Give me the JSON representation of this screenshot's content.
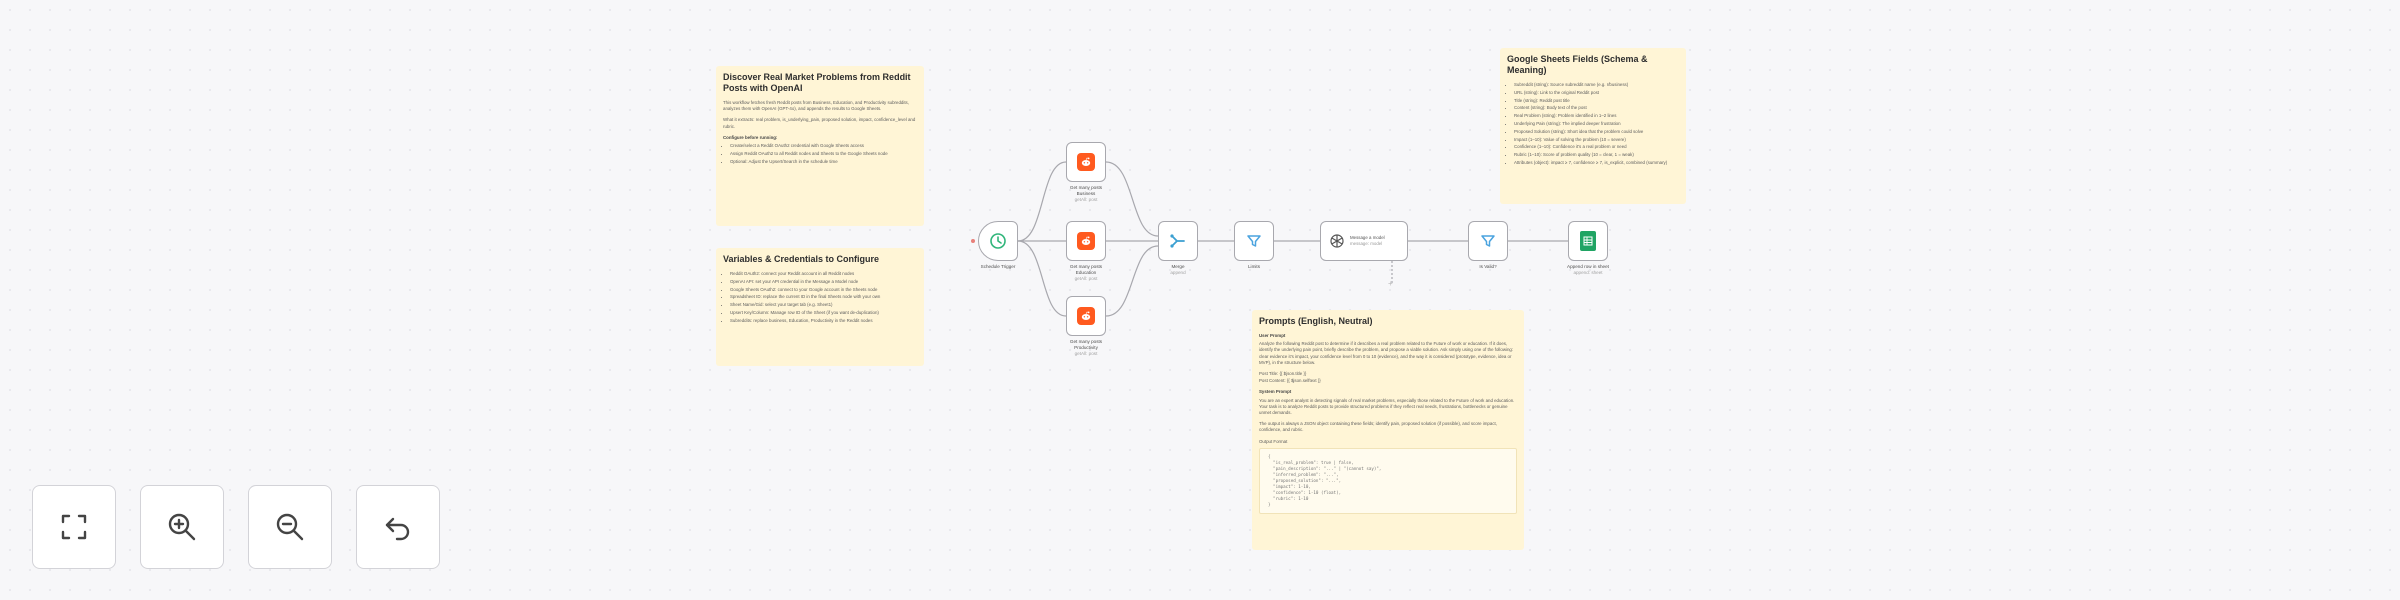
{
  "canvas": {
    "notes": {
      "discover": {
        "title": "Discover Real Market Problems from Reddit Posts with OpenAI",
        "paragraphs": [
          "This workflow fetches fresh Reddit posts from Business, Education, and Productivity subreddits, analyzes them with OpenAI (GPT-4o), and appends the results to Google Sheets.",
          "What it extracts: real problem, is_underlying_pain, proposed solution, impact, confidence_level and rubric."
        ],
        "subtitle": "Configure before running:",
        "items": [
          "Create/select a Reddit OAuth2 credential with Google Sheets access",
          "Assign Reddit OAuth2 to all Reddit nodes and Sheets to the Google Sheets node",
          "Optional: Adjust the Upsert/Search in the schedule time"
        ]
      },
      "variables": {
        "title": "Variables & Credentials to Configure",
        "items": [
          "Reddit OAuth2: connect your Reddit account in all Reddit nodes",
          "OpenAI API: set your API credential in the Message a Model node",
          "Google Sheets OAuth2: connect to your Google account in the Sheets node",
          "Spreadsheet ID: replace the current ID in the final Sheets node with your own",
          "Sheet Name/Gid: select your target tab (e.g. Sheet1)",
          "Upsert Key/Column: Manage row ID of the Sheet (if you want de-duplication)",
          "Subreddits: replace business, Education, Productivity in the Reddit nodes"
        ]
      },
      "fields": {
        "title": "Google Sheets Fields (Schema & Meaning)",
        "items": [
          "Subreddit (string): Source subreddit name (e.g. r/business)",
          "URL (string): Link to the original Reddit post",
          "Title (string): Reddit post title",
          "Content (string): Body text of the post",
          "Real Problem (string): Problem identified in 1–2 lines",
          "Underlying Pain (string): The implied deeper frustration",
          "Proposed Solution (string): Short idea that the problem could solve",
          "Impact (1–10): Value of solving the problem (10 = severe)",
          "Confidence (1–10): Confidence it's a real problem or need",
          "Rubric (1–10): Score of problem quality (10 = clear, 1 = weak)",
          "Attributes (object): impact ≥ 7, confidence ≥ 7, is_explicit, combined (summary)"
        ]
      },
      "prompts": {
        "title": "Prompts (English, Neutral)",
        "user_heading": "User Prompt",
        "user_text": "Analyze the following Reddit post to determine if it describes a real problem related to the Future of work or education. If it does, identify the underlying pain point, briefly describe the problem, and propose a viable solution. Ask simply using one of the following: clear evidence it's impact, your confidence level from 0 to 10 (evidence), and the way it is considered (prototype, evidence, idea or MVP), in the structure below.",
        "user_title_line": "Post Title: {{ $json.title }}",
        "user_content_line": "Post Content: {{ $json.selftext }}",
        "system_heading": "System Prompt",
        "system_text": "You are an expert analyst in detecting signals of real market problems, especially those related to the Future of work and education. Your task is to analyze Reddit posts to provide structured problems if they reflect real needs, frustrations, bottlenecks or genuine unmet demands.",
        "system_note": "The output is always a JSON object containing these fields; identify pain, proposed solution (if possible), and score impact, confidence, and rubric.",
        "output_label": "Output Format",
        "code": "{\n  \"is_real_problem\": true | false,\n  \"pain_description\": \"...\" | \"(cannot say)\",\n  \"inferred_problem\": \"...\",\n  \"proposed_solution\": \"...\",\n  \"impact\": 1-10,\n  \"confidence\": 1-10 (float),\n  \"rubric\": 1-10\n}"
      }
    },
    "nodes": {
      "schedule": {
        "label": "Schedule Trigger"
      },
      "reddit_1": {
        "label": "Get many posts",
        "sub_label": "Business",
        "sub_meta": "getAll: post"
      },
      "reddit_2": {
        "label": "Get many posts",
        "sub_label": "Education",
        "sub_meta": "getAll: post"
      },
      "reddit_3": {
        "label": "Get many posts",
        "sub_label": "Productivity",
        "sub_meta": "getAll: post"
      },
      "merge": {
        "label": "Merge",
        "sub_meta": "append"
      },
      "filter_1": {
        "label": "Limits"
      },
      "openai": {
        "label": "Message a model",
        "sub_label": "message: model"
      },
      "filter_2": {
        "label": "Is Valid?"
      },
      "sheets": {
        "label": "Append row in sheet",
        "sub_meta": "append: sheet"
      }
    }
  },
  "controls": {
    "icons": [
      "fit-view-icon",
      "zoom-in-icon",
      "zoom-out-icon",
      "undo-icon"
    ]
  },
  "colors": {
    "sticky_note": "#fff5d6",
    "reddit": "#ff5a1f",
    "sheets": "#20a464",
    "filter": "#4aa3df",
    "schedule": "#2fb57a",
    "merge": "#3b9fd1",
    "edge": "#a8a8ae"
  }
}
